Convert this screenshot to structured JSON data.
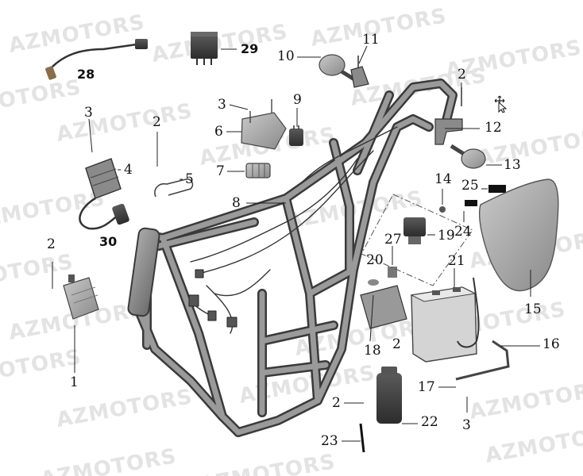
{
  "watermark": {
    "text": "AZMOTORS"
  },
  "callouts": [
    {
      "id": "c28",
      "text": "28"
    },
    {
      "id": "c29",
      "text": "29"
    },
    {
      "id": "c10",
      "text": "10"
    },
    {
      "id": "c11",
      "text": "11"
    },
    {
      "id": "c2a",
      "text": "2"
    },
    {
      "id": "c3a",
      "text": "3"
    },
    {
      "id": "c9",
      "text": "9"
    },
    {
      "id": "c3b",
      "text": "3"
    },
    {
      "id": "c2b",
      "text": "2"
    },
    {
      "id": "c6",
      "text": "6"
    },
    {
      "id": "c12",
      "text": "12"
    },
    {
      "id": "c4",
      "text": "4"
    },
    {
      "id": "c7",
      "text": "7"
    },
    {
      "id": "c5",
      "text": "5"
    },
    {
      "id": "c13",
      "text": "13"
    },
    {
      "id": "c8",
      "text": "8"
    },
    {
      "id": "c14",
      "text": "14"
    },
    {
      "id": "c25",
      "text": "25"
    },
    {
      "id": "c30",
      "text": "30"
    },
    {
      "id": "c19",
      "text": "19"
    },
    {
      "id": "c24",
      "text": "24"
    },
    {
      "id": "c27",
      "text": "27"
    },
    {
      "id": "c2c",
      "text": "2"
    },
    {
      "id": "c20",
      "text": "20"
    },
    {
      "id": "c21",
      "text": "21"
    },
    {
      "id": "c15",
      "text": "15"
    },
    {
      "id": "c16",
      "text": "16"
    },
    {
      "id": "c2d",
      "text": "2"
    },
    {
      "id": "c18",
      "text": "18"
    },
    {
      "id": "c1",
      "text": "1"
    },
    {
      "id": "c17",
      "text": "17"
    },
    {
      "id": "c2e",
      "text": "2"
    },
    {
      "id": "c22",
      "text": "22"
    },
    {
      "id": "c3c",
      "text": "3"
    },
    {
      "id": "c23",
      "text": "23"
    }
  ]
}
